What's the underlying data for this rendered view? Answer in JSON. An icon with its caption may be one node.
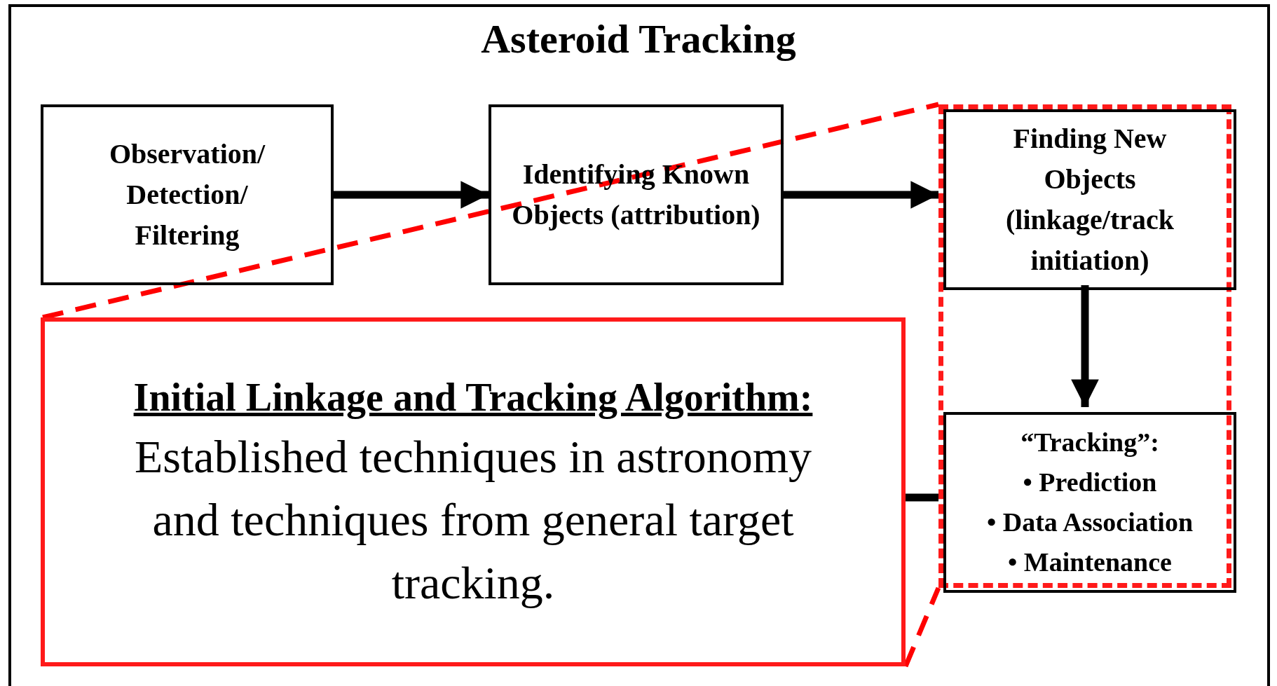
{
  "diagram": {
    "title": "Asteroid Tracking",
    "nodes": [
      {
        "text": [
          "Observation/ Detection/ Filtering"
        ]
      },
      {
        "text": [
          "Identifying Known Objects (attribution)"
        ]
      },
      {
        "text": [],
        "shape": "box"
      },
      {
        "text": [
          "Finding New Objects (linkage/track initiation)"
        ],
        "in": 2
      },
      {
        "text": [
          "“Tracking”:",
          "• Prediction",
          "• Data Association",
          "• Maintenance"
        ],
        "in": 2
      },
      {
        "text": [
          "Initial Linkage and Tracking Algorithm:",
          "Established techniques in astronomy and techniques from general target tracking."
        ]
      }
    ],
    "edges": [
      {
        "from": 0,
        "to": 1,
        "arrow": "to"
      },
      {
        "from": 1,
        "to": 3,
        "arrow": "to"
      },
      {
        "from": 3,
        "to": 4,
        "arrow": "to"
      },
      {
        "from": 5,
        "to": 4,
        "arrow": "none"
      },
      {
        "from": 5,
        "to": 2,
        "arrow": "none",
        "style": "dashed",
        "color": "#ff0000"
      },
      {
        "from": 5,
        "to": 2,
        "arrow": "none",
        "style": "dashed",
        "color": "#ff0000"
      }
    ]
  }
}
